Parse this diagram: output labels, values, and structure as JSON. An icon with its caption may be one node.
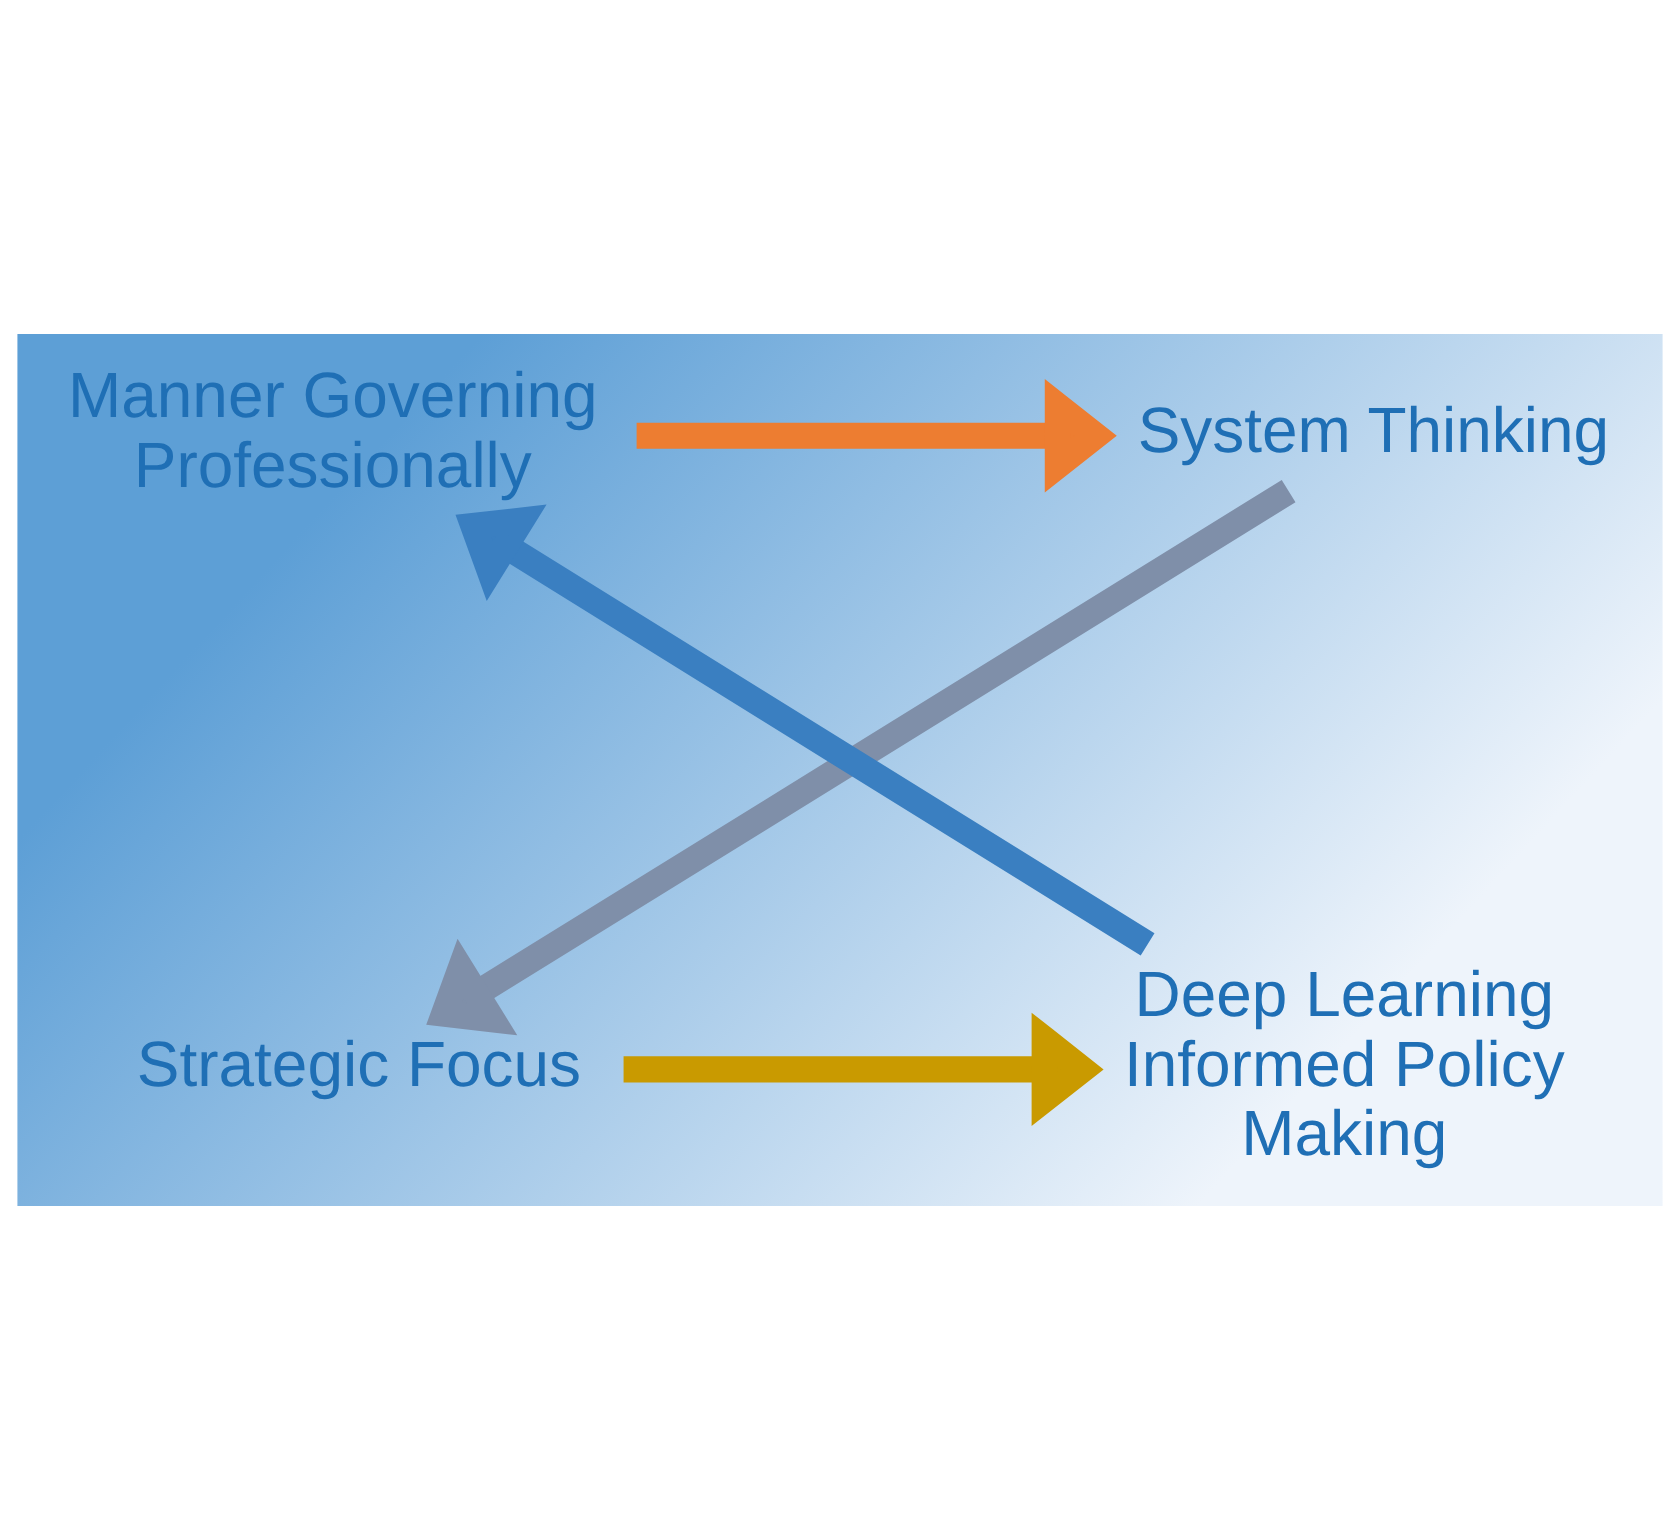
{
  "diagram": {
    "nodes": [
      {
        "text": [
          "Manner Governing Professionally"
        ]
      },
      {
        "text": [
          "System Thinking"
        ]
      },
      {
        "text": [
          "Deep Learning Informed Policy Making"
        ]
      },
      {
        "text": [
          "Strategic Focus"
        ]
      }
    ],
    "edges": [
      {
        "from": 0,
        "to": 1,
        "arrow": "to",
        "color": "#ed7d31"
      },
      {
        "from": 1,
        "to": 3,
        "arrow": "to",
        "color": "#7f8fa9"
      },
      {
        "from": 3,
        "to": 2,
        "arrow": "to",
        "color": "#c99a00"
      },
      {
        "from": 2,
        "to": 0,
        "arrow": "to",
        "color": "#3a7fc1"
      }
    ]
  }
}
